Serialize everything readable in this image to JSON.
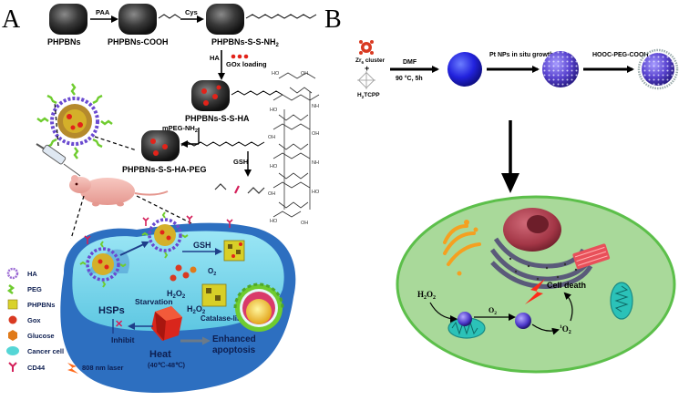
{
  "panel_labels": {
    "a": "A",
    "b": "B"
  },
  "panelA": {
    "labels": {
      "phpbns": "PHPBNs",
      "cooh": "PHPBNs-COOH",
      "ssnh2": "PHPBNs-S-S-NH",
      "ssnh2_sub": "2",
      "ssha": "PHPBNs-S-S-HA",
      "sshapeg": "PHPBNs-S-S-HA-PEG",
      "paa": "PAA",
      "cys": "Cys",
      "ha": "HA",
      "gox_loading": "GOx loading",
      "mpeg": "mPEG-NH",
      "mpeg_sub": "2",
      "gsh_reagent": "GSH"
    },
    "cell": {
      "gsh": "GSH",
      "h2o2_top": "H",
      "h2o2_top_2": "2",
      "h2o2_top_o": "O",
      "h2o2_top_sub": "2",
      "o2": "O",
      "o2_sub": "2",
      "starvation": "Starvation",
      "catalase": "Catalase-like",
      "hsps": "HSPs",
      "inhibit": "Inhibit",
      "heat": "Heat",
      "heat_range": "(40℃-48℃)",
      "enhanced": "Enhanced",
      "apoptosis": "apoptosis"
    },
    "legend": [
      {
        "label": "HA",
        "icon": "ha-icon",
        "color": "#9c6cd4"
      },
      {
        "label": "PEG",
        "icon": "peg-icon",
        "color": "#6fcc2f"
      },
      {
        "label": "PHPBNs",
        "icon": "phpbns-icon",
        "color": "#d9d22a"
      },
      {
        "label": "Gox",
        "icon": "gox-icon",
        "color": "#d93a22"
      },
      {
        "label": "Glucose",
        "icon": "glucose-icon",
        "color": "#e07a1a"
      },
      {
        "label": "Cancer cell",
        "icon": "cancer-cell-icon",
        "color": "#55d6d6"
      },
      {
        "label": "CD44",
        "icon": "cd44-icon",
        "color": "#d4205a"
      },
      {
        "label": "808 nm laser",
        "icon": "laser-icon",
        "color": "#ff6a1a"
      }
    ]
  },
  "panelB": {
    "zr_cluster": "Zr",
    "zr_sub": "6",
    "zr_cluster_2": " cluster",
    "plus": "+",
    "tcpp": "H",
    "tcpp_sub": "2",
    "tcpp_2": "TCPP",
    "dmf": "DMF",
    "cond": "90 °C, 5h",
    "pt_growth": "Pt NPs in situ growth",
    "peg_cooh": "HOOC-PEG-COOH",
    "h2o2": "H",
    "h2o2_sub": "2",
    "h2o2_o": "O",
    "h2o2_sub2": "2",
    "o2": "O",
    "o2_sub": "2",
    "singlet": "1",
    "singlet_o": "O",
    "singlet_sub": "2",
    "cell_death": "Cell death"
  },
  "colors": {
    "cell_blue": "#2f78c9",
    "cell_inner": "#7fd9ee",
    "b_cell_fill": "#a9d99a",
    "b_cell_edge": "#5cbf4a",
    "nano_blue": "#3333ee",
    "nano_purple": "#6a4ad0"
  }
}
